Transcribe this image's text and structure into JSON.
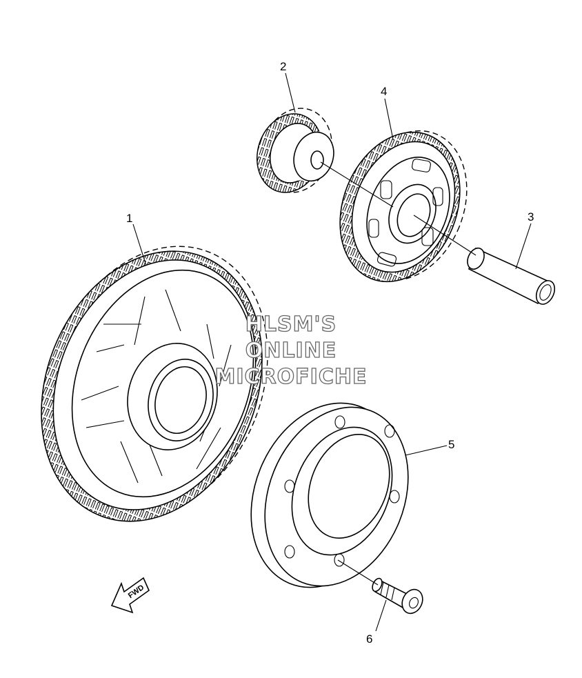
{
  "callouts": {
    "part_1": "1",
    "part_2": "2",
    "part_3": "3",
    "part_4": "4",
    "part_5": "5",
    "part_6": "6"
  },
  "watermark": {
    "line1": "HLSM'S",
    "line2": "ONLINE",
    "line3": "MICROFICHE"
  },
  "direction_arrow": {
    "label": "FWD"
  }
}
